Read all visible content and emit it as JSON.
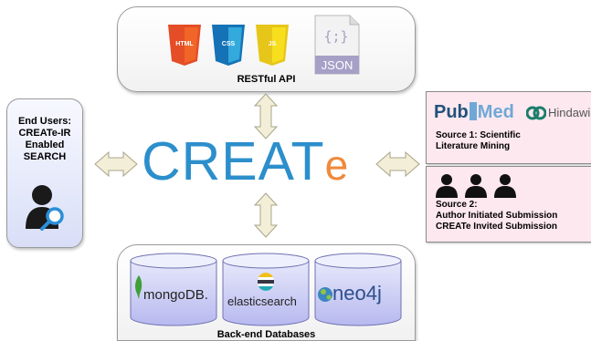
{
  "top_panel": {
    "label": "RESTful API",
    "icons": [
      {
        "name": "html5-icon",
        "text": "HTML",
        "color": "#e44d26"
      },
      {
        "name": "css3-icon",
        "text": "CSS",
        "color": "#1572b6"
      },
      {
        "name": "js-icon",
        "text": "JS",
        "color": "#f7df1e"
      }
    ],
    "json_icon": {
      "braces": "{;}",
      "text": "JSON"
    }
  },
  "center_logo": {
    "main": "CREAT",
    "accent": "e",
    "main_color": "#2c8fcc",
    "accent_color": "#f08a3c"
  },
  "user_box": {
    "title_lines": [
      "End Users:",
      "CREATe-IR",
      "Enabled",
      "SEARCH"
    ]
  },
  "source1": {
    "logos": {
      "pub": "Pub",
      "med": "Med",
      "hindawi": "Hindawi"
    },
    "lines": [
      "Source 1: Scientific",
      "Literature Mining"
    ]
  },
  "source2": {
    "lines": [
      "Source 2:",
      "Author Initiated Submission",
      "CREATe Invited Submission"
    ]
  },
  "bottom_panel": {
    "label": "Back-end Databases",
    "databases": [
      "mongoDB.",
      "elasticsearch",
      "neo4j"
    ]
  }
}
